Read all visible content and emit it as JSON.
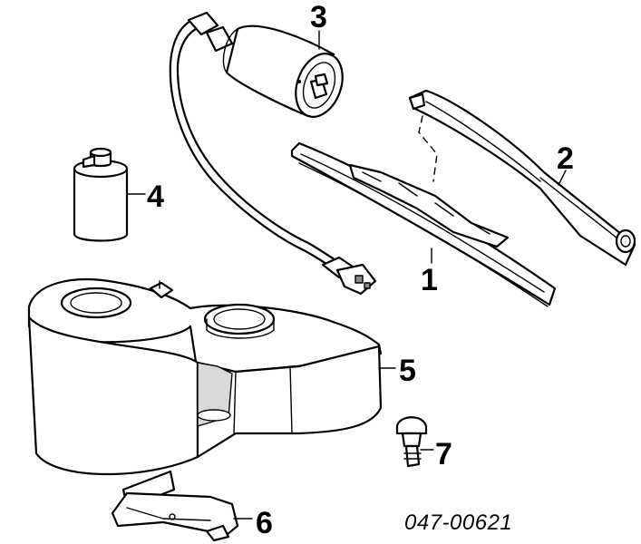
{
  "diagram": {
    "part_number": "047-00621",
    "callouts": [
      {
        "id": "1",
        "label": "1"
      },
      {
        "id": "2",
        "label": "2"
      },
      {
        "id": "3",
        "label": "3"
      },
      {
        "id": "4",
        "label": "4"
      },
      {
        "id": "5",
        "label": "5"
      },
      {
        "id": "6",
        "label": "6"
      },
      {
        "id": "7",
        "label": "7"
      }
    ]
  }
}
